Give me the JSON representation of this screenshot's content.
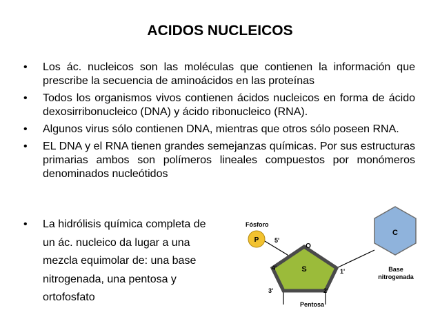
{
  "title": "ACIDOS NUCLEICOS",
  "bullet_glyph": "•",
  "bullets": [
    "Los ác. nucleicos son las moléculas que contienen la información que prescribe la secuencia de aminoácidos en las proteínas",
    "Todos los organismos vivos contienen ácidos nucleicos en forma de ácido dexosirribonucleico (DNA) y ácido ribonucleico (RNA).",
    "Algunos virus sólo contienen DNA, mientras que otros sólo poseen RNA.",
    "EL DNA y el RNA tienen grandes semejanzas químicas. Por sus estructuras primarias ambos son polímeros lineales compuestos por monómeros denominados nucleótidos"
  ],
  "lower_bullet": {
    "lines": [
      "La hidrólisis química completa de",
      "un ác. nucleico da lugar a una",
      "mezcla equimolar de:  una base",
      "nitrogenada, una pentosa y",
      "ortofosfato"
    ]
  },
  "diagram": {
    "phosphate_label": "Fósforo",
    "phosphate_symbol": "P",
    "sugar_symbol": "S",
    "base_symbol": "C",
    "oxygen_symbol": "O",
    "base_label_line1": "Base",
    "base_label_line2": "nitrogenada",
    "pentose_label": "Pentosa",
    "carbon_5": "5'",
    "carbon_4": "4'",
    "carbon_3": "3'",
    "carbon_2": "2'",
    "carbon_1": "1'",
    "colors": {
      "phosphate": "#f2c230",
      "sugar": "#9bbb3a",
      "base": "#8fb3dc"
    }
  }
}
